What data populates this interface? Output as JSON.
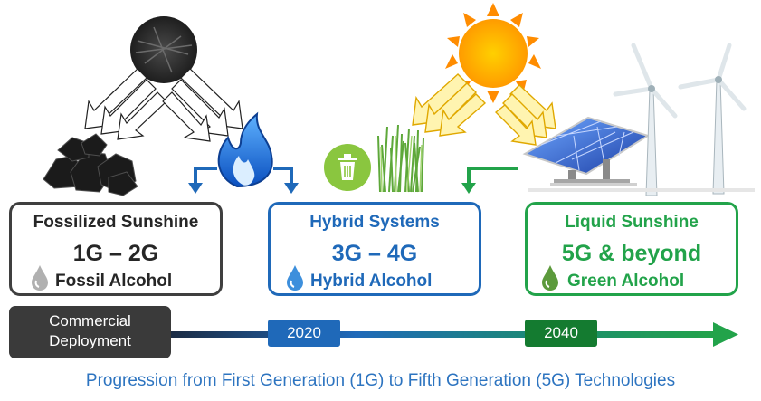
{
  "cards": {
    "fossil": {
      "title": "Fossilized Sunshine",
      "generation": "1G – 2G",
      "alcohol": "Fossil Alcohol"
    },
    "hybrid": {
      "title": "Hybrid Systems",
      "generation": "3G – 4G",
      "alcohol": "Hybrid Alcohol"
    },
    "green": {
      "title": "Liquid Sunshine",
      "generation": "5G & beyond",
      "alcohol": "Green Alcohol"
    }
  },
  "timeline": {
    "start_label": "Commercial\nDeployment",
    "markers": [
      "2020",
      "2040"
    ]
  },
  "caption": "Progression from First Generation (1G) to Fifth Generation (5G) Technologies",
  "icons": [
    "soil-image",
    "coal-image",
    "flame-icon",
    "recycle-bin-icon",
    "grass-image",
    "sun-icon",
    "solar-panel-image",
    "wind-turbine-image",
    "droplet-icon"
  ],
  "colors": {
    "fossil": "#3f3f3f",
    "hybrid": "#1f69b9",
    "green": "#22a34a",
    "sun": "#ffc000",
    "caption": "#2d74c0"
  }
}
